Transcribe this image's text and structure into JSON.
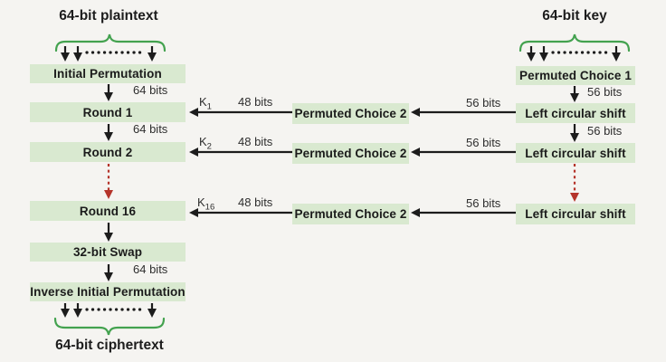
{
  "titles": {
    "plaintext": "64-bit plaintext",
    "key": "64-bit key",
    "ciphertext": "64-bit ciphertext"
  },
  "left_boxes": {
    "ip": "Initial Permutation",
    "round1": "Round 1",
    "round2": "Round 2",
    "round16": "Round 16",
    "swap": "32-bit Swap",
    "iip": "Inverse Initial Permutation"
  },
  "middle_boxes": {
    "pc2_1": "Permuted Choice 2",
    "pc2_2": "Permuted Choice 2",
    "pc2_3": "Permuted Choice 2"
  },
  "right_boxes": {
    "pc1": "Permuted Choice 1",
    "lcs1": "Left circular shift",
    "lcs2": "Left circular shift",
    "lcs3": "Left circular shift"
  },
  "labels": {
    "bits64_1": "64 bits",
    "bits64_2": "64 bits",
    "bits64_3": "64 bits",
    "bits56_v1": "56 bits",
    "bits56_v2": "56 bits",
    "rows": [
      {
        "k_base": "K",
        "k_sub": "1",
        "bits48": "48 bits",
        "bits56": "56 bits"
      },
      {
        "k_base": "K",
        "k_sub": "2",
        "bits48": "48 bits",
        "bits56": "56 bits"
      },
      {
        "k_base": "K",
        "k_sub": "16",
        "bits48": "48 bits",
        "bits56": "56 bits"
      }
    ]
  },
  "colors": {
    "background": "#f5f4f1",
    "box_fill": "#d9e9d0",
    "box_text": "#1b1b1b",
    "arrow_black": "#1c1c1c",
    "arrow_red": "#b5342b",
    "brace_green": "#43a24f",
    "label_text": "#2e2e2e"
  }
}
